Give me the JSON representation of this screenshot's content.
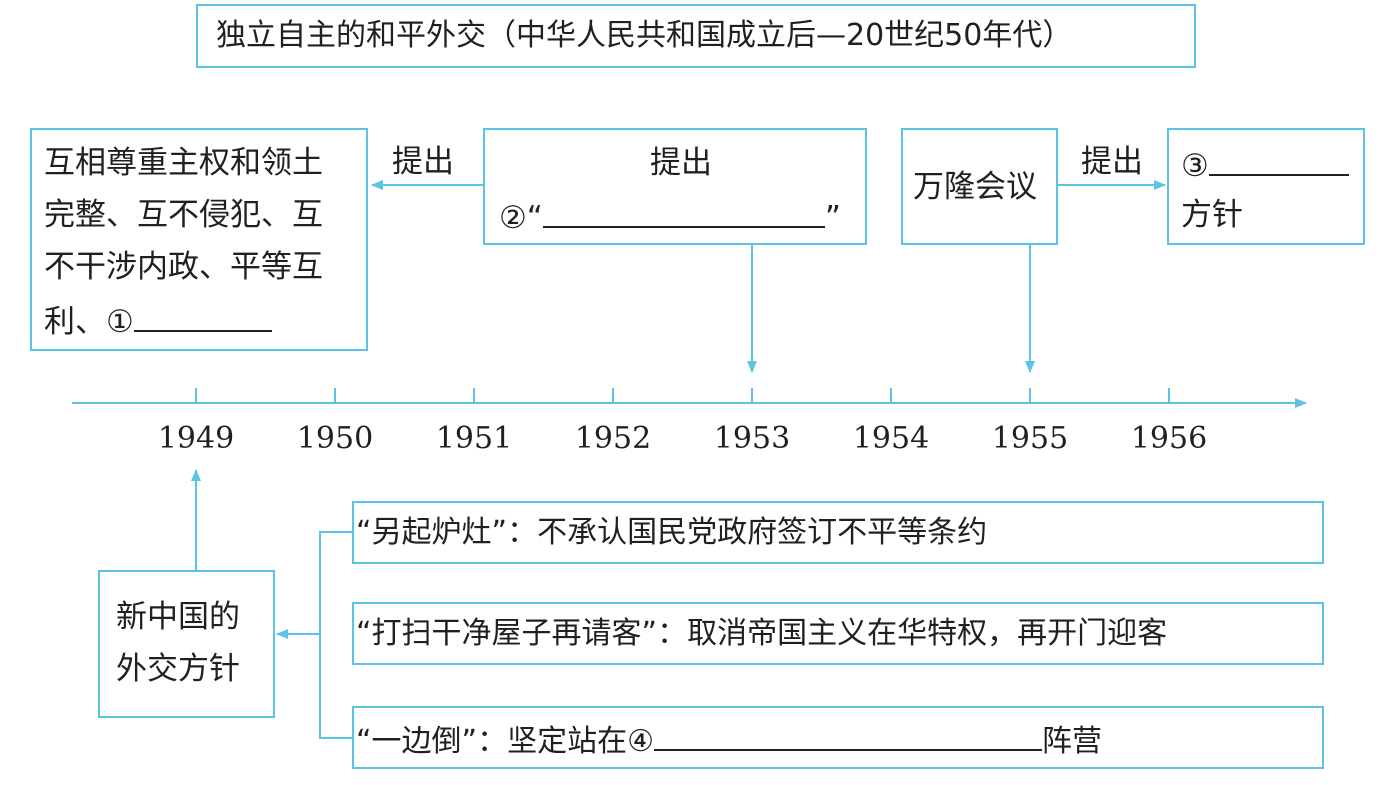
{
  "title": "独立自主的和平外交（中华人民共和国成立后—20世纪50年代）",
  "principles_box": {
    "line1": "互相尊重主权和领土",
    "line2": "完整、互不侵犯、互",
    "line3": "不干涉内政、平等互",
    "line4_prefix": "利、①"
  },
  "arrow_label_left": "提出",
  "proposal_box": {
    "line1": "提出",
    "prefix": "②“",
    "suffix": "”"
  },
  "bandung_box": {
    "label": "万隆会议"
  },
  "arrow_label_right": "提出",
  "policy_box": {
    "prefix": "③",
    "line2": "方针"
  },
  "timeline": {
    "years": [
      "1949",
      "1950",
      "1951",
      "1952",
      "1953",
      "1954",
      "1955",
      "1956"
    ]
  },
  "foreign_policy_box": {
    "line1": "新中国的",
    "line2": "外交方针"
  },
  "policies": [
    {
      "text": "“另起炉灶”：不承认国民党政府签订不平等条约"
    },
    {
      "text": "“打扫干净屋子再请客”：取消帝国主义在华特权，再开门迎客"
    },
    {
      "prefix": "“一边倒”：坚定站在④",
      "suffix": "阵营"
    }
  ],
  "colors": {
    "line": "#5bc3e3",
    "text": "#231f20"
  }
}
